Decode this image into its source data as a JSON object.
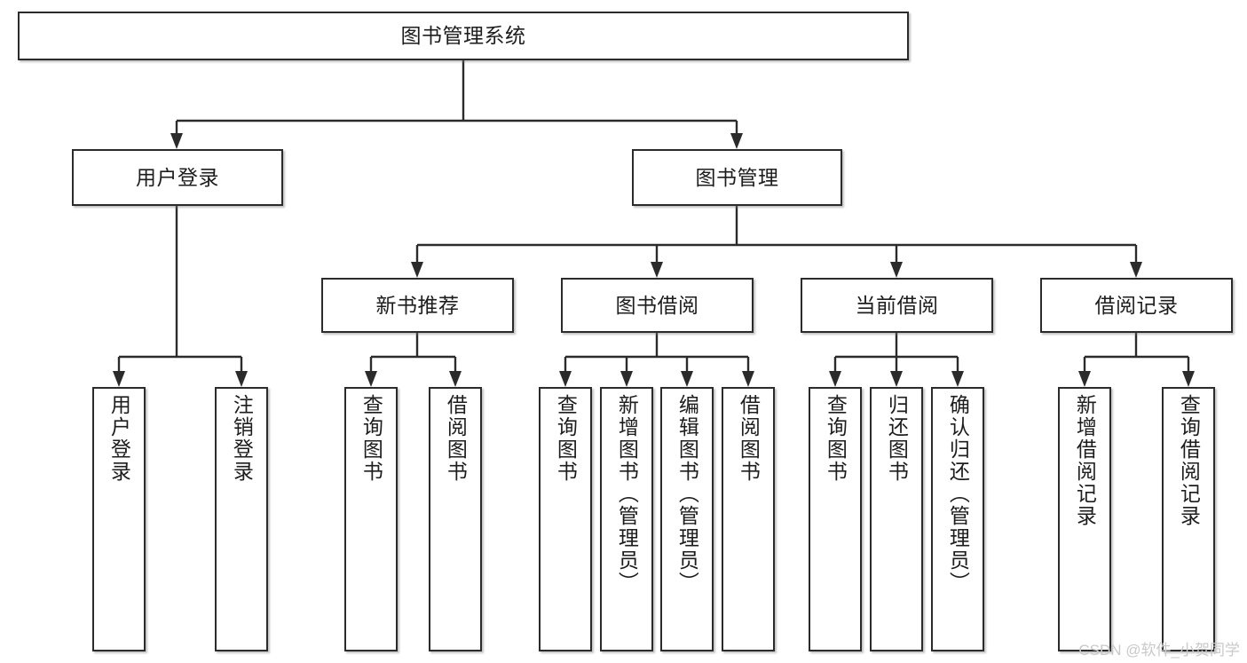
{
  "diagram": {
    "title": "图书管理系统",
    "type": "hierarchy-tree",
    "watermark": "CSDN @软件_小贺同学",
    "accent_color": "#2b2b2b",
    "background_color": "#ffffff",
    "nodes": {
      "root": {
        "label": "图书管理系统",
        "level": 1,
        "orientation": "horizontal"
      },
      "l2": [
        {
          "label": "用户登录",
          "level": 2,
          "orientation": "horizontal"
        },
        {
          "label": "图书管理",
          "level": 2,
          "orientation": "horizontal"
        }
      ],
      "l3": [
        {
          "label": "新书推荐",
          "level": 3,
          "orientation": "horizontal"
        },
        {
          "label": "图书借阅",
          "level": 3,
          "orientation": "horizontal"
        },
        {
          "label": "当前借阅",
          "level": 3,
          "orientation": "horizontal"
        },
        {
          "label": "借阅记录",
          "level": 3,
          "orientation": "horizontal"
        }
      ],
      "leaves": {
        "user_login": [
          {
            "label": "用户登录",
            "orientation": "vertical"
          },
          {
            "label": "注销登录",
            "orientation": "vertical"
          }
        ],
        "new_book_recommend": [
          {
            "label": "查询图书",
            "orientation": "vertical"
          },
          {
            "label": "借阅图书",
            "orientation": "vertical"
          }
        ],
        "book_borrow": [
          {
            "label": "查询图书",
            "orientation": "vertical"
          },
          {
            "label": "新增图书（管理员）",
            "orientation": "vertical"
          },
          {
            "label": "编辑图书（管理员）",
            "orientation": "vertical"
          },
          {
            "label": "借阅图书",
            "orientation": "vertical"
          }
        ],
        "current_borrow": [
          {
            "label": "查询图书",
            "orientation": "vertical"
          },
          {
            "label": "归还图书",
            "orientation": "vertical"
          },
          {
            "label": "确认归还（管理员）",
            "orientation": "vertical"
          }
        ],
        "borrow_records": [
          {
            "label": "新增借阅记录",
            "orientation": "vertical"
          },
          {
            "label": "查询借阅记录",
            "orientation": "vertical"
          }
        ]
      }
    }
  }
}
